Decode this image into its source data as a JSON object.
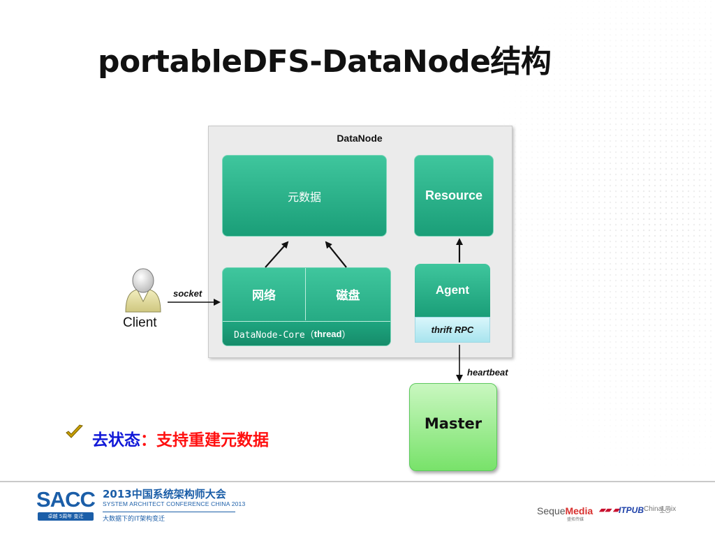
{
  "slide": {
    "title": "portableDFS-DataNode结构",
    "page_number": "15"
  },
  "diagram": {
    "container_label": "DataNode",
    "metadata_box": "元数据",
    "resource_box": "Resource",
    "network_cell": "网络",
    "disk_cell": "磁盘",
    "core_label_mono": "DataNode-Core（",
    "core_label_bold": "thread",
    "core_label_close": "）",
    "agent_box": "Agent",
    "thrift_label": "thrift RPC",
    "master_box": "Master",
    "socket_label": "socket",
    "heartbeat_label": "heartbeat",
    "client_label": "Client"
  },
  "note": {
    "key": "去状态",
    "colon": "：",
    "value": "支持重建元数据"
  },
  "footer": {
    "sacc_logo": "SACC",
    "sacc_tag": "卓越 5周年 变迁",
    "conference_cn": "2013中国系统架构师大会",
    "conference_en": "SYSTEM ARCHITECT CONFERENCE CHINA 2013",
    "slogan": "大数据下的IT架构变迁",
    "sponsor_seque": "Seque",
    "sponsor_media": "Media",
    "sponsor_seque_sub": "盛拓传媒",
    "sponsor_2": "ChinaUnix",
    "sponsor_3": "ITPUB",
    "sponsor_4": "ChinaUnix"
  },
  "colors": {
    "teal_box": "#1a9e78",
    "master_green": "#78e26a",
    "thrift_cyan": "#a8e4ee",
    "note_key": "#1018d8",
    "note_value": "#ff1010",
    "brand_blue": "#1b5ea8"
  }
}
